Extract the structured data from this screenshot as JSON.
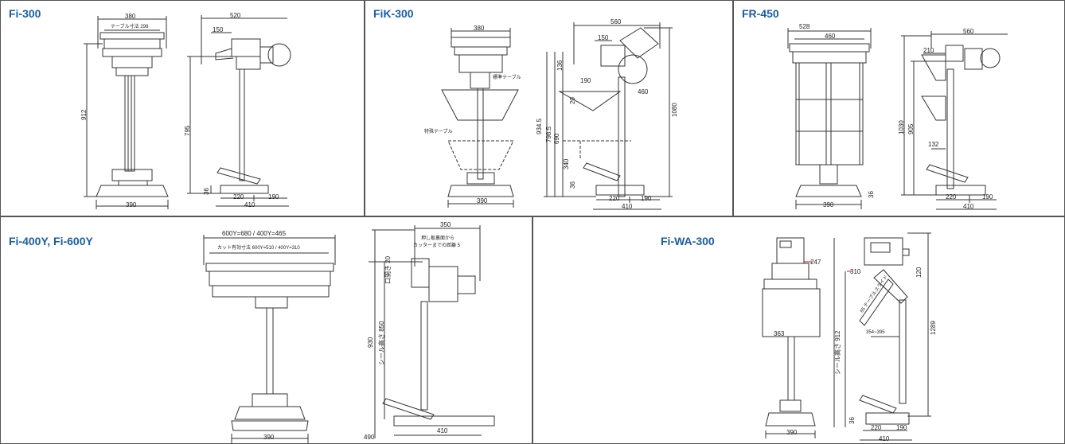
{
  "panels": {
    "fi300": {
      "title": "Fi-300",
      "dims": {
        "w380": "380",
        "table": "テーブル寸法 298",
        "h912": "912",
        "base390": "390",
        "w520": "520",
        "arm150": "150",
        "h795": "795",
        "ped36": "36",
        "b220": "220",
        "b190": "190",
        "b410": "410"
      }
    },
    "fik300": {
      "title": "FiK-300",
      "dims": {
        "w380": "380",
        "std_table": "標準テーブル",
        "opt_table": "特殊テーブル",
        "base390": "390",
        "w560": "560",
        "arm150": "150",
        "h136": "136",
        "h190": "190",
        "h460": "460",
        "h20": "20",
        "h934": "934.5",
        "h798": "798.5",
        "h690": "690",
        "h340": "340",
        "h1080": "1080",
        "ped36": "36",
        "b220": "220",
        "b190": "190",
        "b410": "410"
      }
    },
    "fr450": {
      "title": "FR-450",
      "dims": {
        "w528": "528",
        "w460": "460",
        "base390": "390",
        "w560": "560",
        "arm210": "210",
        "h1030": "1030",
        "h905": "905",
        "h132": "132",
        "ped36": "36",
        "b220": "220",
        "b190": "190",
        "b410": "410"
      }
    },
    "fi400y": {
      "title": "Fi-400Y, Fi-600Y",
      "dims": {
        "width": "600Y=680 / 400Y=465",
        "cut": "カット有効寸法 600Y=510 / 400Y=310",
        "base390": "390",
        "w350": "350",
        "note1": "押し板裏面から",
        "note2": "カッターまでの距離 5",
        "open": "口開き 20",
        "seal": "シール高さ 850",
        "h930": "930",
        "b490": "490",
        "b410": "410"
      }
    },
    "fiwa300": {
      "title": "Fi-WA-300",
      "dims": {
        "d247": "247",
        "w363": "363",
        "base390": "390",
        "d310": "310",
        "h120": "120",
        "h1289": "1289",
        "seal": "シール高さ 912",
        "range": "354~395",
        "slide": "65 テーブルスライド",
        "ped36": "36",
        "b220": "220",
        "b190": "190",
        "b410": "410"
      }
    }
  },
  "colors": {
    "title": "#1a5ea8",
    "line": "#333333",
    "accent": "#d01010"
  }
}
